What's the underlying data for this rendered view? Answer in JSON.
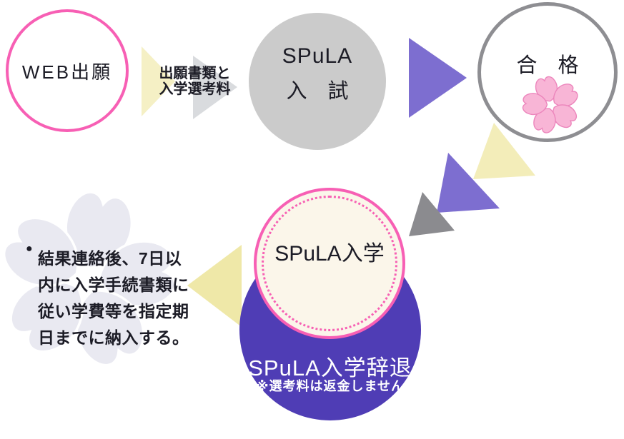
{
  "diagram": {
    "web_apply": {
      "label": "WEB出願"
    },
    "arrow_docs": {
      "line1": "出願書類と",
      "line2": "入学選考料"
    },
    "exam": {
      "line1": "SPuLA",
      "line2": "入　試"
    },
    "pass": {
      "label": "合　格"
    },
    "enroll": {
      "label": "SPuLA入学"
    },
    "decline": {
      "label": "SPuLA入学辞退",
      "note": "※選考料は返金しません"
    },
    "payment_note": {
      "bullet": "●",
      "lines": [
        "結果連絡後、7日以",
        "内に入学手続書類に",
        "従い学費等を指定期",
        "日までに納入する。"
      ]
    },
    "colors": {
      "pink_border": "#f75fb4",
      "indigo_circle": "#4f3db5",
      "periwinkle_triangle": "#7d6ed0",
      "pale_yellow_triangle": "#f5f0c5",
      "light_gray_triangle": "#d9dbde",
      "dark_gray_triangle": "#8b8b8f",
      "exam_circle_gray": "#cbcbcb",
      "pass_border_gray": "#8e8e92",
      "sakura_pink": "#f8b5d6",
      "flower_watermark_gray": "#e9e9f1",
      "cream_fill": "#fbf6ea",
      "text_dark": "#1c1c26"
    }
  }
}
